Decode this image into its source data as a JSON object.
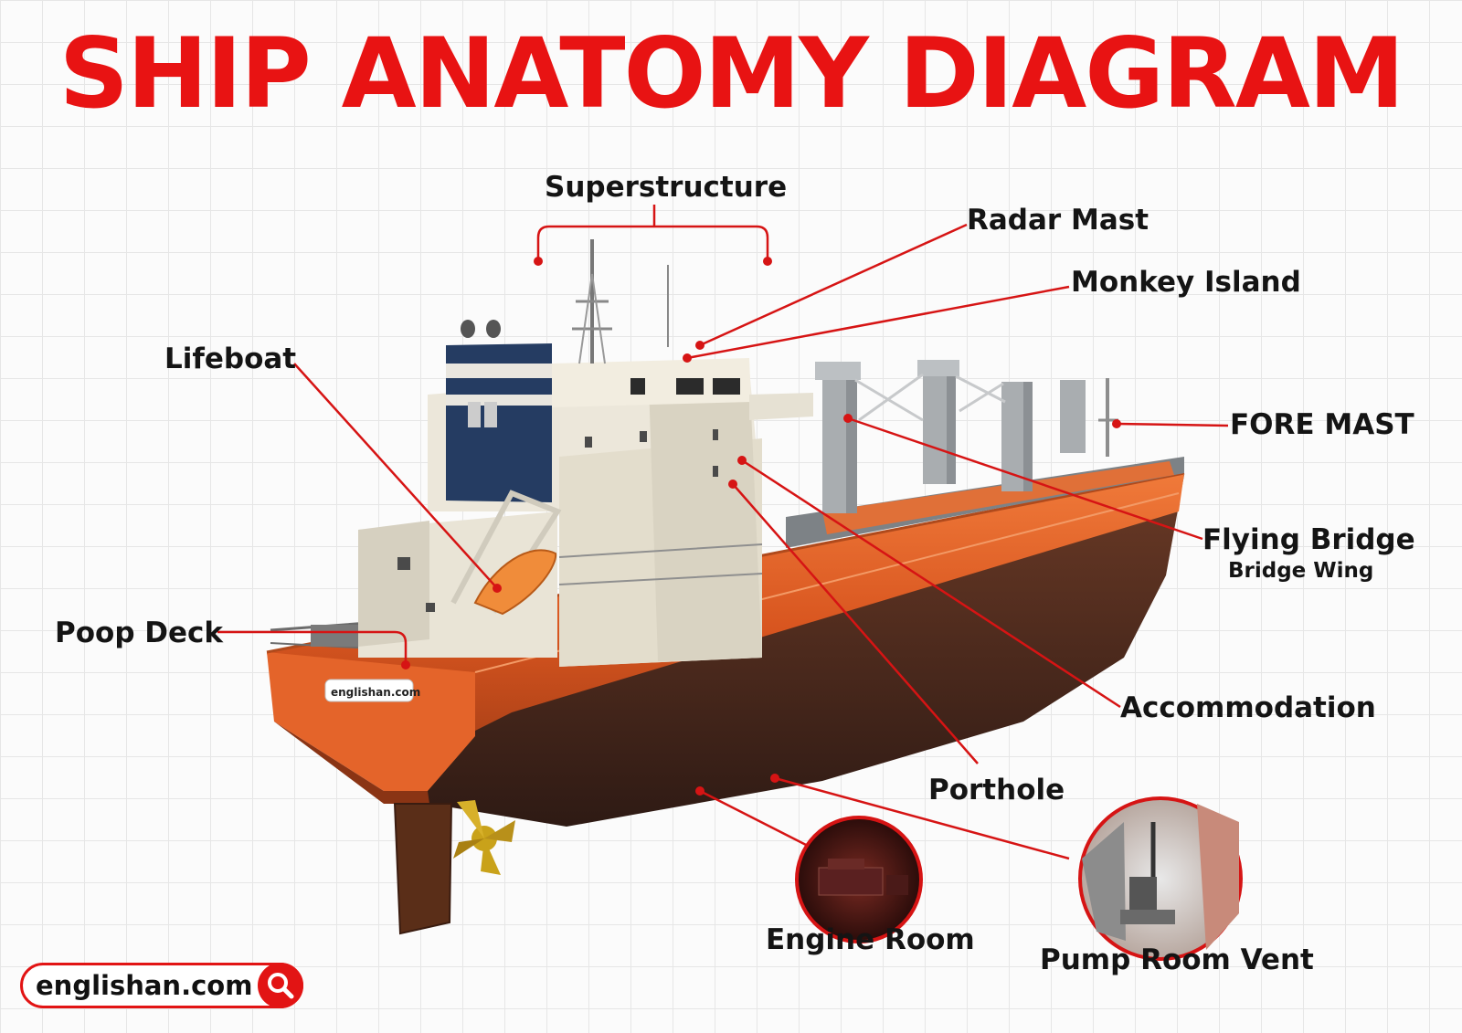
{
  "title": "SHIP ANATOMY DIAGRAM",
  "colors": {
    "title": "#e81313",
    "leader": "#d61414",
    "hull_orange": "#e8652a",
    "hull_dark": "#4a2a20",
    "superstructure": "#eee9dc",
    "funnel_blue": "#253c62",
    "crane_gray": "#a9adb0"
  },
  "labels": {
    "superstructure": "Superstructure",
    "radar_mast": "Radar Mast",
    "monkey_island": "Monkey Island",
    "lifeboat": "Lifeboat",
    "fore_mast": "FORE MAST",
    "flying_bridge": "Flying Bridge",
    "bridge_wing": "Bridge Wing",
    "poop_deck": "Poop Deck",
    "accommodation": "Accommodation",
    "porthole": "Porthole",
    "engine_room": "Engine Room",
    "pump_room_vent": "Pump Room Vent"
  },
  "stern_watermark": "englishan.com",
  "brand": {
    "text": "englishan.com",
    "icon": "search-icon"
  }
}
